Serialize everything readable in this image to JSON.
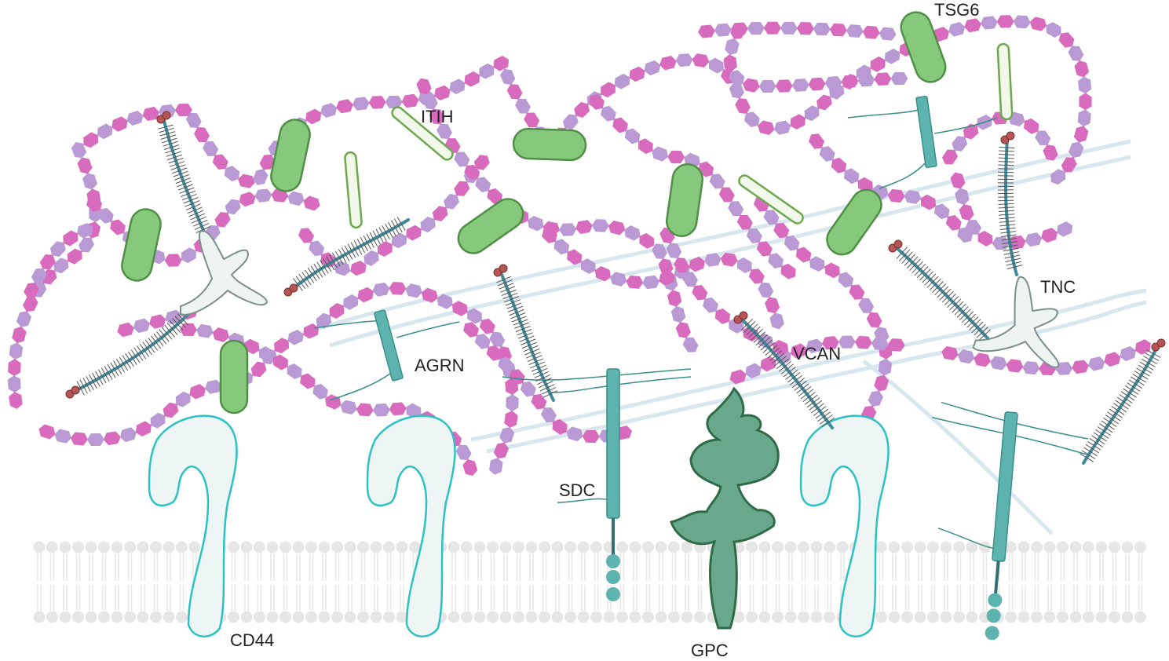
{
  "labels": {
    "tsg6": "TSG6",
    "itih": "ITIH",
    "agrn": "AGRN",
    "tnc": "TNC",
    "vcan": "VCAN",
    "sdc": "SDC",
    "cd44": "CD44",
    "gpc": "GPC"
  },
  "colors": {
    "hyaluronan_dark": "#d96bbf",
    "hyaluronan_light": "#b99ad4",
    "tsg6_fill": "#86c97c",
    "tsg6_stroke": "#4f8f46",
    "itih_fill": "#f2f9ea",
    "itih_stroke": "#6ea84e",
    "proteoglycan_core": "#3f8a9a",
    "gag_chain": "#555555",
    "link_head": "#b55555",
    "tnc_fill": "#eef4f2",
    "tnc_stroke": "#7d8f8b",
    "cd44_fill": "#edf6f5",
    "cd44_stroke": "#2cc2c2",
    "sdc_fill": "#5db3ad",
    "sdc_stroke": "#3a8f8a",
    "gpc_fill": "#6aa88e",
    "gpc_stroke": "#2f6b47",
    "collagen": "#cfe1ea",
    "membrane": "#e6e6e6"
  }
}
